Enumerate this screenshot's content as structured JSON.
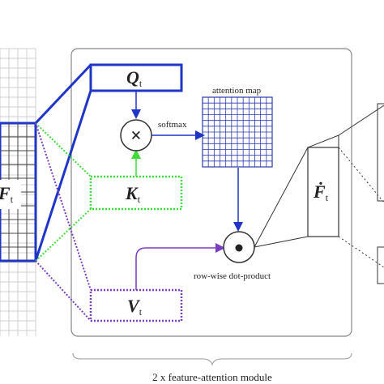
{
  "diagram": {
    "queries_box": {
      "symbol": "Q",
      "subscript": "t"
    },
    "keys_box": {
      "symbol": "K",
      "subscript": "t"
    },
    "values_box": {
      "symbol": "V",
      "subscript": "t"
    },
    "input_features": {
      "symbol": "F",
      "subscript": "t"
    },
    "output_features": {
      "symbol": "Ḟ",
      "subscript": "t"
    },
    "multiply_op": {
      "glyph": "×"
    },
    "dot_op": {
      "glyph": "•"
    },
    "softmax_label": "softmax",
    "attention_map_label": "attention map",
    "dot_product_label": "row-wise dot-product",
    "module_caption": "2 x feature-attention module",
    "attention_map_grid": {
      "rows": 12,
      "cols": 12
    }
  },
  "colors": {
    "query": "#1f35c9",
    "key": "#3ddc3a",
    "value": "#7a3fc0",
    "attention_map": "#2a3bb0",
    "module_border": "#888888",
    "grid": "#cfcfcf"
  }
}
